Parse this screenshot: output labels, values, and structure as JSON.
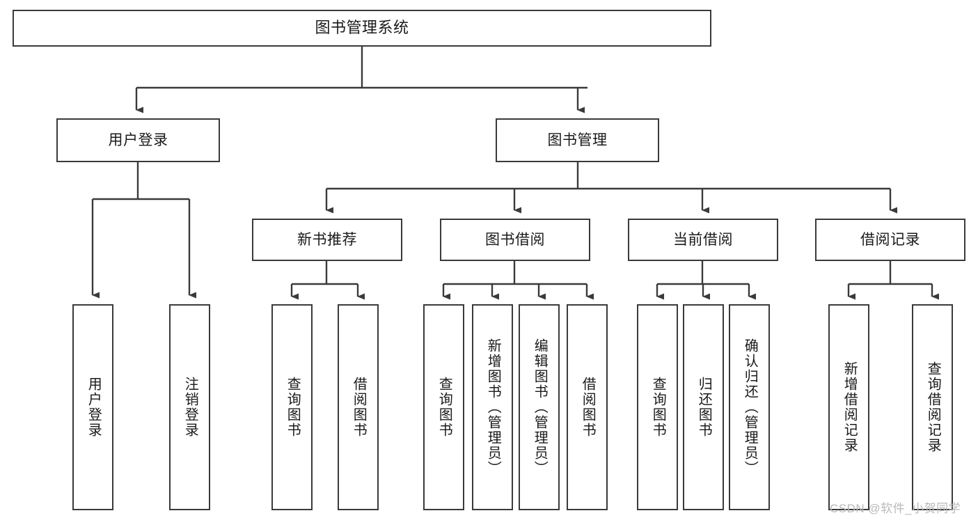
{
  "diagram": {
    "type": "hierarchy-tree",
    "title": "图书管理系统",
    "watermark": "CSDN @软件_小贺同学",
    "colors": {
      "stroke": "#3a3a3a",
      "fill": "#ffffff",
      "text": "#1a1a1a",
      "watermark": "#b9b9b9"
    },
    "nodes": {
      "root": {
        "label": "图书管理系统"
      },
      "level2": [
        {
          "id": "user-login",
          "label": "用户登录"
        },
        {
          "id": "book-management",
          "label": "图书管理"
        }
      ],
      "level3": [
        {
          "id": "new-book-recommend",
          "label": "新书推荐"
        },
        {
          "id": "book-borrow",
          "label": "图书借阅"
        },
        {
          "id": "current-borrow",
          "label": "当前借阅"
        },
        {
          "id": "borrow-record",
          "label": "借阅记录"
        }
      ],
      "leaves": {
        "user-login": [
          {
            "id": "leaf-user-login",
            "label": "用户登录"
          },
          {
            "id": "leaf-logout",
            "label": "注销登录"
          }
        ],
        "new-book-recommend": [
          {
            "id": "leaf-query-book-1",
            "label": "查询图书"
          },
          {
            "id": "leaf-borrow-book-1",
            "label": "借阅图书"
          }
        ],
        "book-borrow": [
          {
            "id": "leaf-query-book-2",
            "label": "查询图书"
          },
          {
            "id": "leaf-add-book",
            "label": "新增图书（管理员）"
          },
          {
            "id": "leaf-edit-book",
            "label": "编辑图书（管理员）"
          },
          {
            "id": "leaf-borrow-book-2",
            "label": "借阅图书"
          }
        ],
        "current-borrow": [
          {
            "id": "leaf-query-book-3",
            "label": "查询图书"
          },
          {
            "id": "leaf-return-book",
            "label": "归还图书"
          },
          {
            "id": "leaf-confirm-return",
            "label": "确认归还（管理员）"
          }
        ],
        "borrow-record": [
          {
            "id": "leaf-add-record",
            "label": "新增借阅记录"
          },
          {
            "id": "leaf-query-record",
            "label": "查询借阅记录"
          }
        ]
      }
    }
  }
}
